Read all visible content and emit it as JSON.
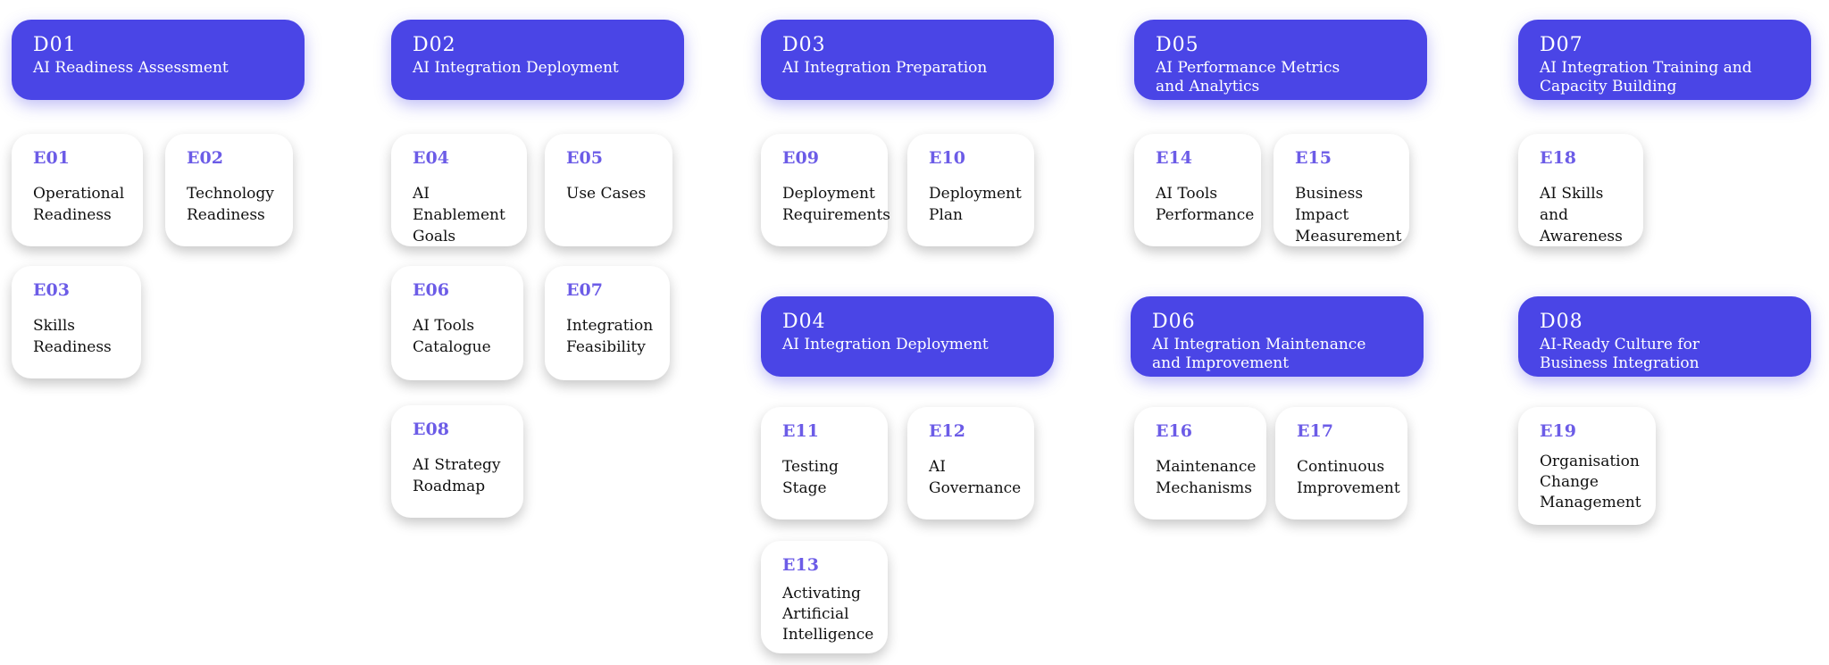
{
  "domains": [
    {
      "code": "D01",
      "title": "AI Readiness Assessment"
    },
    {
      "code": "D02",
      "title": "AI Integration Deployment"
    },
    {
      "code": "D03",
      "title": "AI Integration Preparation"
    },
    {
      "code": "D04",
      "title": "AI Integration Deployment"
    },
    {
      "code": "D05",
      "title": "AI Performance Metrics\nand Analytics"
    },
    {
      "code": "D06",
      "title": "AI Integration Maintenance\nand Improvement"
    },
    {
      "code": "D07",
      "title": "AI Integration Training and\nCapacity Building"
    },
    {
      "code": "D08",
      "title": "AI-Ready Culture for\nBusiness Integration"
    }
  ],
  "elements": [
    {
      "code": "E01",
      "title": "Operational\nReadiness"
    },
    {
      "code": "E02",
      "title": "Technology\nReadiness"
    },
    {
      "code": "E03",
      "title": "Skills\nReadiness"
    },
    {
      "code": "E04",
      "title": "AI Enablement\nGoals"
    },
    {
      "code": "E05",
      "title": "Use Cases"
    },
    {
      "code": "E06",
      "title": "AI Tools\nCatalogue"
    },
    {
      "code": "E07",
      "title": "Integration\nFeasibility"
    },
    {
      "code": "E08",
      "title": "AI Strategy\nRoadmap"
    },
    {
      "code": "E09",
      "title": "Deployment\nRequirements"
    },
    {
      "code": "E10",
      "title": "Deployment\nPlan"
    },
    {
      "code": "E11",
      "title": "Testing\nStage"
    },
    {
      "code": "E12",
      "title": "AI\nGovernance"
    },
    {
      "code": "E13",
      "title": "Activating\nArtificial\nIntelligence"
    },
    {
      "code": "E14",
      "title": "AI Tools\nPerformance"
    },
    {
      "code": "E15",
      "title": "Business Impact\nMeasurement"
    },
    {
      "code": "E16",
      "title": "Maintenance\nMechanisms"
    },
    {
      "code": "E17",
      "title": "Continuous\nImprovement"
    },
    {
      "code": "E18",
      "title": "AI Skills and\nAwareness"
    },
    {
      "code": "E19",
      "title": "Organisation\nChange\nManagement"
    }
  ]
}
